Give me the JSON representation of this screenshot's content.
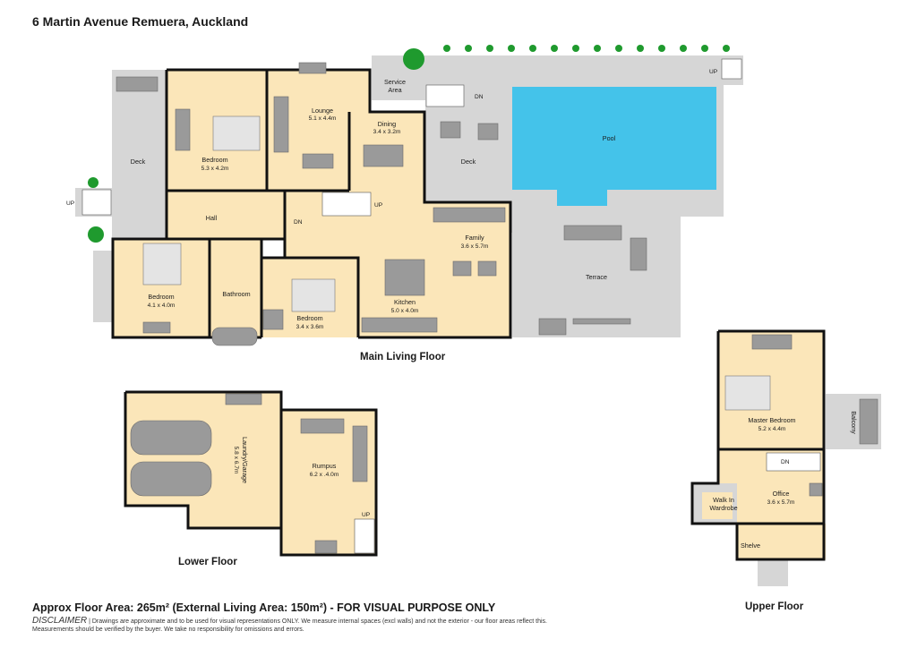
{
  "title": "6 Martin Avenue Remuera, Auckland",
  "floors": {
    "main": "Main Living Floor",
    "lower": "Lower Floor",
    "upper": "Upper  Floor"
  },
  "rooms": {
    "bedroom1": {
      "name": "Bedroom",
      "dims": "5.3 x 4.2m"
    },
    "lounge": {
      "name": "Lounge",
      "dims": "5.1 x 4.4m"
    },
    "dining": {
      "name": "Dining",
      "dims": "3.4 x 3.2m"
    },
    "deck_left": {
      "name": "Deck"
    },
    "deck_right": {
      "name": "Deck"
    },
    "service": {
      "name": "Service",
      "name2": "Area"
    },
    "pool": {
      "name": "Pool"
    },
    "hall": {
      "name": "Hall"
    },
    "family": {
      "name": "Family",
      "dims": "3.6 x 5.7m"
    },
    "terrace": {
      "name": "Terrace"
    },
    "bedroom2": {
      "name": "Bedroom",
      "dims": "4.1 x 4.0m"
    },
    "bathroom": {
      "name": "Bathroom"
    },
    "bedroom3": {
      "name": "Bedroom",
      "dims": "3.4 x 3.6m"
    },
    "kitchen": {
      "name": "Kitchen",
      "dims": "5.0 x 4.0m"
    },
    "garage": {
      "name": "Laundry/Garage",
      "dims": "5.8 x 6.7m"
    },
    "rumpus": {
      "name": "Rumpus",
      "dims": "6.2 x .4.0m"
    },
    "master": {
      "name": "Master Bedroom",
      "dims": "5.2 x 4.4m"
    },
    "balcony": {
      "name": "Balcony"
    },
    "office": {
      "name": "Office",
      "dims": "3.6 x 5.7m"
    },
    "wardrobe": {
      "name": "Walk In",
      "name2": "Wardrobe"
    },
    "shelve": {
      "name": "Shelve"
    }
  },
  "stairs": {
    "up": "UP",
    "dn": "DN"
  },
  "footer": {
    "area": "Approx Floor Area: 265m² (External Living Area: 150m²) - FOR VISUAL PURPOSE ONLY",
    "disclaimer_label": "DISCLAIMER",
    "disclaimer_text": " | Drawings are approximate and to be used for visual representations ONLY. We measure internal spaces (excl walls) and not the exterior - our floor areas reflect this. Measurements should be verified by the buyer. We take no responsibility for omissions and errors."
  },
  "colors": {
    "room": "#fbe6b9",
    "exterior": "#d6d6d6",
    "pool": "#44c3ea",
    "wall": "#111111",
    "tree": "#1f9a2e"
  }
}
